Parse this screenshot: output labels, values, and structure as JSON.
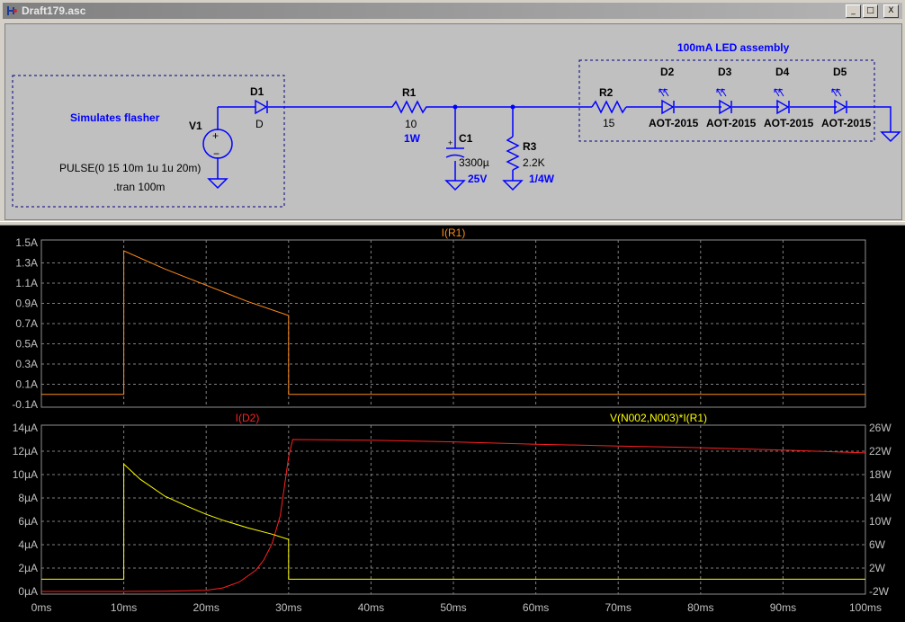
{
  "window": {
    "title": "Draft179.asc",
    "min_label": "_",
    "max_label": "□",
    "close_label": "X"
  },
  "schematic": {
    "flasher_label": "Simulates flasher",
    "assembly_label": "100mA LED assembly",
    "v1": {
      "name": "V1",
      "value": "PULSE(0 15 10m 1u 1u 20m)",
      "directive": ".tran 100m"
    },
    "d1": {
      "name": "D1",
      "value": "D"
    },
    "r1": {
      "name": "R1",
      "value": "10",
      "rating": "1W"
    },
    "c1": {
      "name": "C1",
      "value": "3300µ",
      "rating": "25V"
    },
    "r3": {
      "name": "R3",
      "value": "2.2K",
      "rating": "1/4W"
    },
    "r2": {
      "name": "R2",
      "value": "15"
    },
    "leds": [
      {
        "name": "D2",
        "value": "AOT-2015"
      },
      {
        "name": "D3",
        "value": "AOT-2015"
      },
      {
        "name": "D4",
        "value": "AOT-2015"
      },
      {
        "name": "D5",
        "value": "AOT-2015"
      }
    ],
    "colors": {
      "wire": "#0000ff",
      "label_blue": "#0000ff",
      "text": "#000000",
      "border": "#000080"
    }
  },
  "chart_data": [
    {
      "type": "line",
      "title": "I(R1)",
      "x_ticks": [
        "0ms",
        "10ms",
        "20ms",
        "30ms",
        "40ms",
        "50ms",
        "60ms",
        "70ms",
        "80ms",
        "90ms",
        "100ms"
      ],
      "y_ticks": [
        "1.5A",
        "1.3A",
        "1.1A",
        "0.9A",
        "0.7A",
        "0.5A",
        "0.3A",
        "0.1A",
        "-0.1A"
      ],
      "ylim": [
        -0.1,
        1.5
      ],
      "xlim": [
        0,
        100
      ],
      "grid": true,
      "series": [
        {
          "name": "I(R1)",
          "color": "#ff8c1a",
          "x": [
            0,
            10,
            10,
            15,
            20,
            25,
            30,
            30,
            100
          ],
          "y": [
            0,
            0,
            1.42,
            1.24,
            1.08,
            0.92,
            0.78,
            0,
            0
          ]
        }
      ]
    },
    {
      "type": "line",
      "x_ticks": [
        "0ms",
        "10ms",
        "20ms",
        "30ms",
        "40ms",
        "50ms",
        "60ms",
        "70ms",
        "80ms",
        "90ms",
        "100ms"
      ],
      "y_ticks_left": [
        "14µA",
        "12µA",
        "10µA",
        "8µA",
        "6µA",
        "4µA",
        "2µA",
        "0µA"
      ],
      "y_ticks_right": [
        "26W",
        "22W",
        "18W",
        "14W",
        "10W",
        "6W",
        "2W",
        "-2W"
      ],
      "ylim_left": [
        0,
        14
      ],
      "ylim_right": [
        -2,
        26
      ],
      "xlim": [
        0,
        100
      ],
      "grid": true,
      "series": [
        {
          "name": "I(D2)",
          "color": "#ff2020",
          "axis": "left",
          "x": [
            0,
            10,
            15,
            20,
            22,
            24,
            26,
            27,
            28,
            29,
            30,
            30.5,
            40,
            50,
            60,
            70,
            80,
            90,
            100
          ],
          "y": [
            0,
            0,
            0.02,
            0.1,
            0.3,
            0.8,
            1.8,
            2.7,
            4.1,
            6.5,
            11.5,
            13.0,
            12.95,
            12.8,
            12.6,
            12.45,
            12.3,
            12.1,
            11.85
          ]
        },
        {
          "name": "V(N002,N003)*I(R1)",
          "color": "#ffff00",
          "axis": "right",
          "x": [
            0,
            10,
            10,
            12,
            15,
            18,
            20,
            22,
            25,
            28,
            30,
            30,
            100
          ],
          "y": [
            0.1,
            0.1,
            19.8,
            17.2,
            14.3,
            12.4,
            11.2,
            10.2,
            8.9,
            7.8,
            6.9,
            0.1,
            0.1
          ]
        }
      ]
    }
  ]
}
